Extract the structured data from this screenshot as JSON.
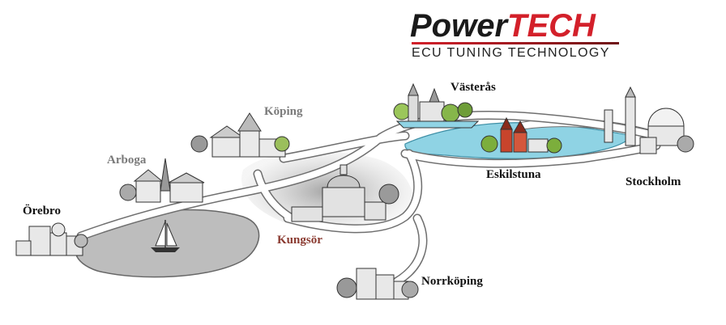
{
  "logo": {
    "power": "Power",
    "tech": "TECH",
    "subtitle": "ECU TUNING TECHNOLOGY"
  },
  "cities": {
    "orebro": "Örebro",
    "arboga": "Arboga",
    "koping": "Köping",
    "vasteras": "Västerås",
    "kungsor": "Kungsör",
    "eskilstuna": "Eskilstuna",
    "norrkoping": "Norrköping",
    "stockholm": "Stockholm"
  },
  "colors": {
    "brand_red": "#d3202a",
    "brand_dark": "#1a1a1a",
    "water_lake": "#8fd3e4",
    "water_gray": "#b9b9b9",
    "road": "#ffffff",
    "road_outline": "#6f6f6f",
    "roof_red": "#c8442c",
    "tree_green": "#7cae3c"
  }
}
